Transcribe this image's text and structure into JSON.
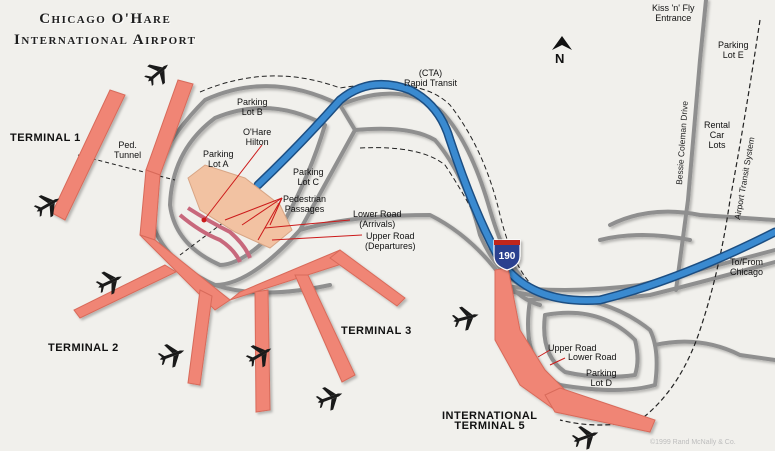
{
  "map": {
    "title_line1": "Chicago O'Hare",
    "title_line2": "International Airport",
    "north_label": "N",
    "route_shield": "190",
    "copyright": "©1999 Rand McNally & Co.",
    "colors": {
      "background": "#f1f0ec",
      "terminal": "#f08575",
      "parking_a": "#f2c2a2",
      "hilton": "#c8687c",
      "transit_line": "#3a8ad0",
      "road": "#8f8f8f",
      "leader_line": "#cc1a1a",
      "shield": "#2a3f8f"
    },
    "labels": {
      "terminal_1": "TERMINAL 1",
      "terminal_2": "TERMINAL 2",
      "terminal_3": "TERMINAL 3",
      "terminal_5_line1": "INTERNATIONAL",
      "terminal_5_line2": "TERMINAL 5",
      "ped_tunnel_1": "Ped.",
      "ped_tunnel_2": "Tunnel",
      "parking_b_1": "Parking",
      "parking_b_2": "Lot B",
      "hilton_1": "O'Hare",
      "hilton_2": "Hilton",
      "parking_a_1": "Parking",
      "parking_a_2": "Lot A",
      "parking_c_1": "Parking",
      "parking_c_2": "Lot C",
      "ped_passages_1": "Pedestrian",
      "ped_passages_2": "Passages",
      "lower_road_1": "Lower Road",
      "lower_road_2": "(Arrivals)",
      "upper_road_1": "Upper Road",
      "upper_road_2": "(Departures)",
      "cta_1": "(CTA)",
      "cta_2": "Rapid Transit",
      "kiss_fly_1": "Kiss 'n' Fly",
      "kiss_fly_2": "Entrance",
      "parking_e_1": "Parking",
      "parking_e_2": "Lot E",
      "rental_1": "Rental",
      "rental_2": "Car",
      "rental_3": "Lots",
      "bessie": "Bessie Coleman Drive",
      "airport_transit": "Airport Transit System",
      "to_from_1": "To/From",
      "to_from_2": "Chicago",
      "upper_road_t5": "Upper Road",
      "lower_road_t5": "Lower Road",
      "parking_d_1": "Parking",
      "parking_d_2": "Lot D"
    }
  }
}
